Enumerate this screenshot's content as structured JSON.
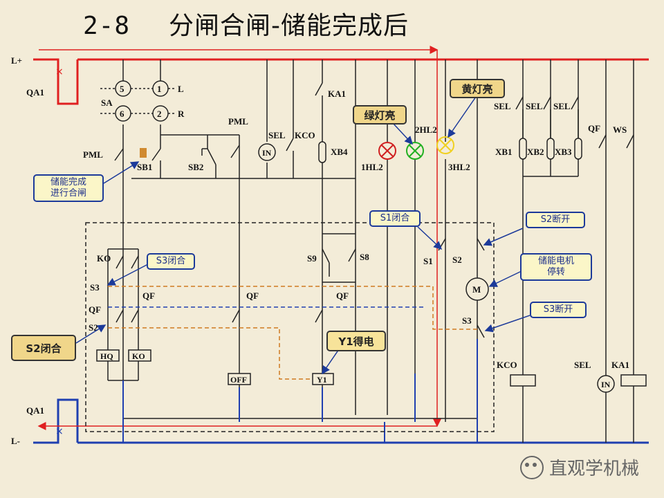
{
  "title": {
    "number": "2-8",
    "text": "分闸合闸-储能完成后"
  },
  "labels": {
    "l_plus": "L+",
    "l_minus": "L-",
    "qa1_top": "QA1",
    "qa1_bot": "QA1",
    "sa": "SA",
    "c5": "5",
    "c1": "1",
    "c6": "6",
    "c2": "2",
    "L": "L",
    "R": "R",
    "pml_top": "PML",
    "pml": "PML",
    "sb1": "SB1",
    "sb2": "SB2",
    "ka1": "KA1",
    "sel1": "SEL",
    "kco1": "KCO",
    "in1": "IN",
    "xb4": "XB4",
    "hl1": "1HL2",
    "hl2": "2HL2",
    "hl3": "3HL2",
    "sel_a": "SEL",
    "sel_b": "SEL",
    "sel_c": "SEL",
    "xb1": "XB1",
    "xb2": "XB2",
    "xb3": "XB3",
    "qf_r": "QF",
    "ws": "WS",
    "ko": "KO",
    "s3": "S3",
    "qf_a": "QF",
    "qf_b": "QF",
    "s2": "S2",
    "hq": "HQ",
    "ko_box": "KO",
    "qf_c": "QF",
    "off": "OFF",
    "s9": "S9",
    "s8": "S8",
    "qf_d": "QF",
    "y1": "Y1",
    "s1": "S1",
    "s2r": "S2",
    "m": "M",
    "s3r": "S3",
    "kco2": "KCO",
    "sel2": "SEL",
    "in2": "IN",
    "ka1b": "KA1"
  },
  "callouts": {
    "storage_done": "储能完成\n进行合闸",
    "s3_closed": "S3闭合",
    "s2_closed": "S2闭合",
    "y1_energized": "Y1得电",
    "s1_closed": "S1闭合",
    "s2_open": "S2断开",
    "motor_stop": "储能电机\n停转",
    "s3_open": "S3断开",
    "green_on": "绿灯亮",
    "yellow_on": "黄灯亮"
  },
  "watermark": "直观学机械",
  "colors": {
    "red_bus": "#e02020",
    "blue_bus": "#1f3fb0",
    "orange_dash": "#d07a20",
    "green_lamp": "#22b022",
    "red_lamp": "#d02020",
    "yellow_lamp": "#f0d020"
  }
}
